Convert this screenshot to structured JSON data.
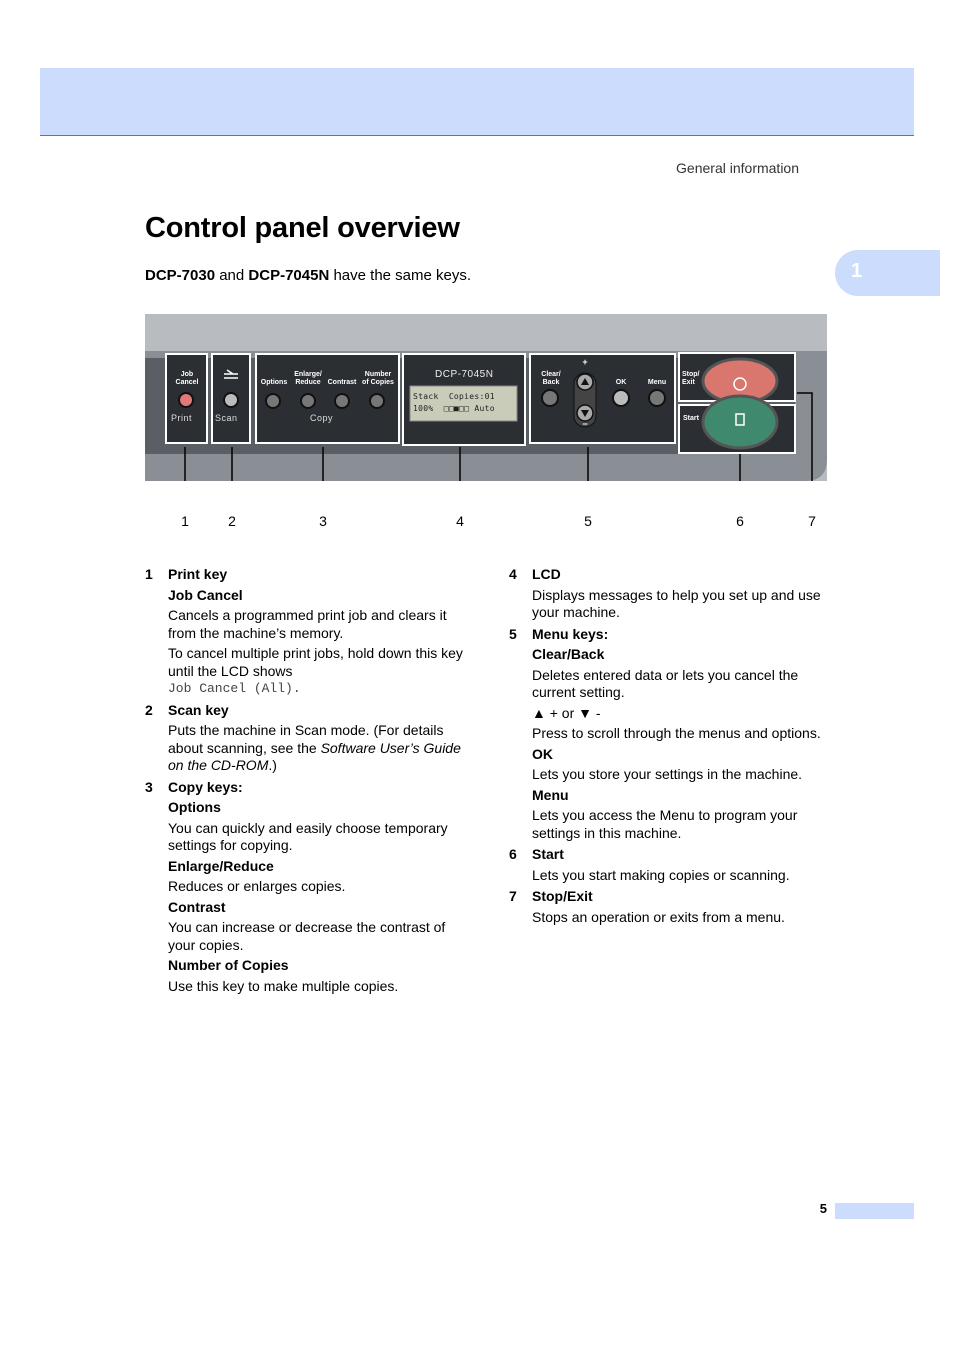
{
  "header": {
    "running_title": "General information",
    "chapter_number": "1"
  },
  "title": "Control panel overview",
  "intro": {
    "model_a": "DCP-7030",
    "and": " and ",
    "model_b": "DCP-7045N",
    "rest": " have the same keys."
  },
  "panel": {
    "job_cancel": "Job Cancel",
    "print": "Print",
    "scan": "Scan",
    "options": "Options",
    "enlarge_reduce": "Enlarge/ Reduce",
    "contrast": "Contrast",
    "number_of_copies": "Number of Copies",
    "copy": "Copy",
    "model": "DCP-7045N",
    "lcd_line1": "Stack  Copies:01",
    "lcd_line2": "100%  □□■□□ Auto",
    "clear_back": "Clear/ Back",
    "ok": "OK",
    "menu": "Menu",
    "plus": "+",
    "minus": "−",
    "stop_exit": "Stop/ Exit",
    "start": "Start",
    "callouts": [
      "1",
      "2",
      "3",
      "4",
      "5",
      "6",
      "7"
    ]
  },
  "left_items": {
    "i1": {
      "num": "1",
      "head": "Print key",
      "sub": "Job Cancel",
      "text1": "Cancels a programmed print job and clears it from the machine’s memory.",
      "text2": "To cancel multiple print jobs, hold down this key until the LCD shows",
      "mono": "Job Cancel (All)."
    },
    "i2": {
      "num": "2",
      "head": "Scan key",
      "text_a": "Puts the machine in Scan mode. (For details about scanning, see the ",
      "text_i": "Software User’s Guide on the CD-ROM",
      "text_b": ".)"
    },
    "i3": {
      "num": "3",
      "head": "Copy keys:",
      "sub1": "Options",
      "text1": "You can quickly and easily choose temporary settings for copying.",
      "sub2": "Enlarge/Reduce",
      "text2": "Reduces or enlarges copies.",
      "sub3": "Contrast",
      "text3": "You can increase or decrease the contrast of your copies.",
      "sub4": "Number of Copies",
      "text4": "Use this key to make multiple copies."
    }
  },
  "right_items": {
    "i4": {
      "num": "4",
      "head": "LCD",
      "text": "Displays messages to help you set up and use your machine."
    },
    "i5": {
      "num": "5",
      "head": "Menu keys:",
      "sub1": "Clear/Back",
      "text1": "Deletes entered data or lets you cancel the current setting.",
      "arrows": "▲ + or ▼ -",
      "text2": "Press to scroll through the menus and options.",
      "sub2": "OK",
      "text3": "Lets you store your settings in the machine.",
      "sub3": "Menu",
      "text4": "Lets you access the Menu to program your settings in this machine."
    },
    "i6": {
      "num": "6",
      "head": "Start",
      "text": "Lets you start making copies or scanning."
    },
    "i7": {
      "num": "7",
      "head": "Stop/Exit",
      "text": "Stops an operation or exits from a menu."
    }
  },
  "footer": {
    "page": "5"
  }
}
